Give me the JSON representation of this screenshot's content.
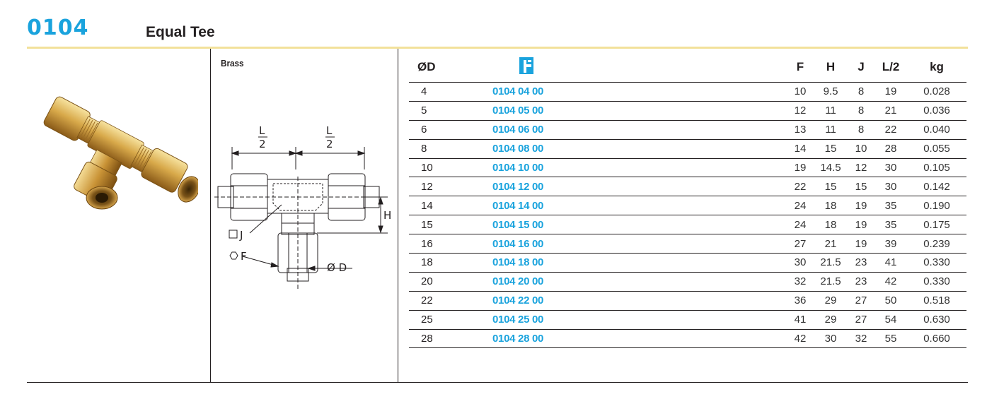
{
  "header": {
    "code": "0104",
    "title": "Equal Tee"
  },
  "material": "Brass",
  "icons": {
    "table_logo": "parts-catalog-logo-icon",
    "photo": "brass-tee-fitting-image",
    "drawing": "tee-technical-drawing"
  },
  "colors": {
    "accent": "#1aa3dd",
    "rule": "#f2e19a",
    "text": "#231f20"
  },
  "drawing_labels": {
    "l_half_num": "L",
    "l_half_den": "2",
    "h": "H",
    "j": "J",
    "f": "F",
    "d": "Ø D"
  },
  "table": {
    "columns": [
      "ØD",
      "",
      "F",
      "H",
      "J",
      "L/2",
      "kg"
    ],
    "rows": [
      {
        "d": "4",
        "part": "0104 04 00",
        "f": "10",
        "h": "9.5",
        "j": "8",
        "l2": "19",
        "kg": "0.028"
      },
      {
        "d": "5",
        "part": "0104 05 00",
        "f": "12",
        "h": "11",
        "j": "8",
        "l2": "21",
        "kg": "0.036"
      },
      {
        "d": "6",
        "part": "0104 06 00",
        "f": "13",
        "h": "11",
        "j": "8",
        "l2": "22",
        "kg": "0.040"
      },
      {
        "d": "8",
        "part": "0104 08 00",
        "f": "14",
        "h": "15",
        "j": "10",
        "l2": "28",
        "kg": "0.055"
      },
      {
        "d": "10",
        "part": "0104 10 00",
        "f": "19",
        "h": "14.5",
        "j": "12",
        "l2": "30",
        "kg": "0.105"
      },
      {
        "d": "12",
        "part": "0104 12 00",
        "f": "22",
        "h": "15",
        "j": "15",
        "l2": "30",
        "kg": "0.142"
      },
      {
        "d": "14",
        "part": "0104 14 00",
        "f": "24",
        "h": "18",
        "j": "19",
        "l2": "35",
        "kg": "0.190"
      },
      {
        "d": "15",
        "part": "0104 15 00",
        "f": "24",
        "h": "18",
        "j": "19",
        "l2": "35",
        "kg": "0.175"
      },
      {
        "d": "16",
        "part": "0104 16 00",
        "f": "27",
        "h": "21",
        "j": "19",
        "l2": "39",
        "kg": "0.239"
      },
      {
        "d": "18",
        "part": "0104 18 00",
        "f": "30",
        "h": "21.5",
        "j": "23",
        "l2": "41",
        "kg": "0.330"
      },
      {
        "d": "20",
        "part": "0104 20 00",
        "f": "32",
        "h": "21.5",
        "j": "23",
        "l2": "42",
        "kg": "0.330"
      },
      {
        "d": "22",
        "part": "0104 22 00",
        "f": "36",
        "h": "29",
        "j": "27",
        "l2": "50",
        "kg": "0.518"
      },
      {
        "d": "25",
        "part": "0104 25 00",
        "f": "41",
        "h": "29",
        "j": "27",
        "l2": "54",
        "kg": "0.630"
      },
      {
        "d": "28",
        "part": "0104 28 00",
        "f": "42",
        "h": "30",
        "j": "32",
        "l2": "55",
        "kg": "0.660"
      }
    ]
  }
}
